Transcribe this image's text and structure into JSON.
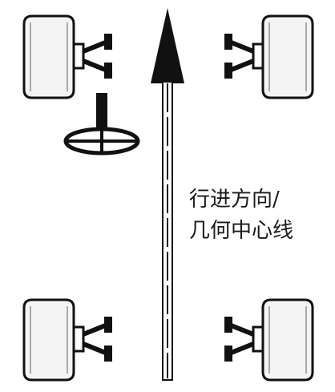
{
  "diagram": {
    "label_line_1": "行进方向/",
    "label_line_2": "几何中心线",
    "stroke_color": "#111111",
    "background_color": "#ffffff",
    "parts": [
      "wheel-front-left",
      "wheel-front-right",
      "wheel-rear-left",
      "wheel-rear-right",
      "steering-wheel",
      "direction-arrow",
      "centerline"
    ]
  }
}
